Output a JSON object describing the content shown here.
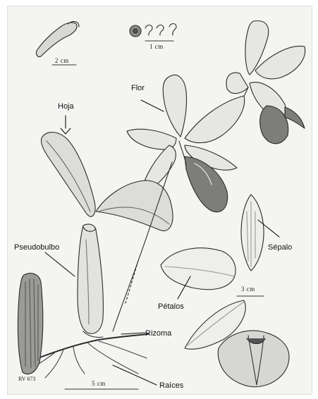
{
  "labels": {
    "hoja": "Hoja",
    "flor": "Flor",
    "pseudobulbo": "Pseudobulbo",
    "sepalo": "Sépalo",
    "petalos": "Pétalos",
    "rizoma": "Rizoma",
    "raices": "Raíces"
  },
  "scales": {
    "scale_2cm": "2 cm",
    "scale_1cm": "1 cm",
    "scale_3cm": "3 cm",
    "scale_5cm": "5 cm"
  },
  "specimen_code": "RV 673",
  "colors": {
    "ink": "#2a2a2a",
    "petal_fill": "#e6e6e3",
    "leaf_fill": "#dcdcd8",
    "dark_fill": "#7d7d7a",
    "background": "#f4f4f2"
  }
}
